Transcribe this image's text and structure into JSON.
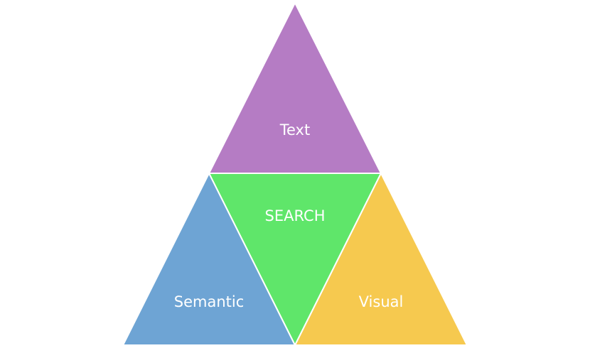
{
  "diagram": {
    "segments": [
      {
        "id": "text",
        "label": "Text",
        "color": "#b57cc4"
      },
      {
        "id": "search",
        "label": "SEARCH",
        "color": "#5fe66a"
      },
      {
        "id": "semantic",
        "label": "Semantic",
        "color": "#6ea4d4"
      },
      {
        "id": "visual",
        "label": "Visual",
        "color": "#f6c94f"
      }
    ]
  }
}
